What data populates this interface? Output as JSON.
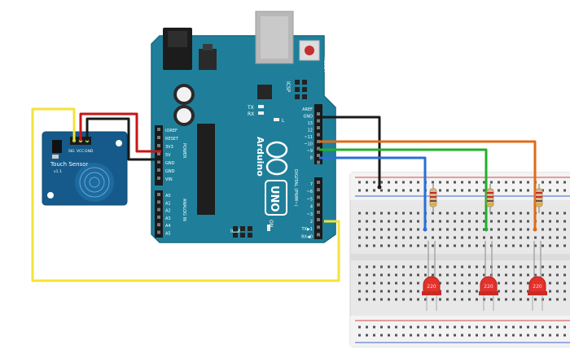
{
  "colors": {
    "board": "#1f7f9a",
    "board_dark": "#176a81",
    "sensor": "#155a8a",
    "wire_yellow": "#f4e23a",
    "wire_red": "#c91616",
    "wire_black": "#1a1a1a",
    "wire_orange": "#e06b18",
    "wire_green": "#22b02a",
    "wire_blue": "#2a6fd6",
    "led_red": "#e3312c",
    "breadboard": "#e7e7e7",
    "rail_red": "#d64545",
    "rail_blue": "#3b64c9"
  },
  "arduino": {
    "brand": "Arduino",
    "model": "UNO",
    "on_label": "ON",
    "icsp_label": "ICSP",
    "icsp2_label": "ICSP",
    "reset_label": "RESET",
    "tx_label": "TX",
    "rx_label": "RX",
    "l_label": "L",
    "digital_label": "DIGITAL (PWM~)",
    "power_label": "POWER",
    "analog_label": "ANALOG IN",
    "power_pins": [
      "IOREF",
      "RESET",
      "3V3",
      "5V",
      "GND",
      "GND",
      "VIN"
    ],
    "analog_pins": [
      "A0",
      "A1",
      "A2",
      "A3",
      "A4",
      "A5"
    ],
    "top_pins": [
      "AREF",
      "GND",
      "13",
      "12",
      "~11",
      "~10",
      "~9",
      "8"
    ],
    "bottom_pins": [
      "7",
      "~6",
      "~5",
      "4",
      "~3",
      "2",
      "TX▶1",
      "RX◀0"
    ]
  },
  "sensor": {
    "title": "Touch Sensor",
    "version": "v1.1",
    "pins": [
      "SIG",
      "VCC",
      "GND"
    ]
  },
  "leds": [
    {
      "label": "220",
      "color": "red"
    },
    {
      "label": "220",
      "color": "red"
    },
    {
      "label": "220",
      "color": "red"
    }
  ]
}
